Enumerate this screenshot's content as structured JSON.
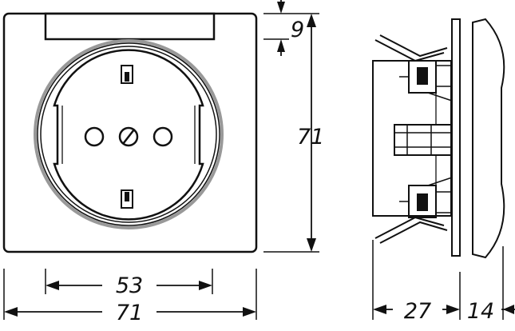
{
  "diagram": {
    "dimensions": {
      "frame_width": "71",
      "frame_height": "71",
      "insert_width": "53",
      "top_offset": "9",
      "body_depth": "27",
      "cover_depth": "14"
    },
    "colors": {
      "line": "#111111",
      "plate": "#ffffff",
      "ring": "#999999"
    }
  }
}
